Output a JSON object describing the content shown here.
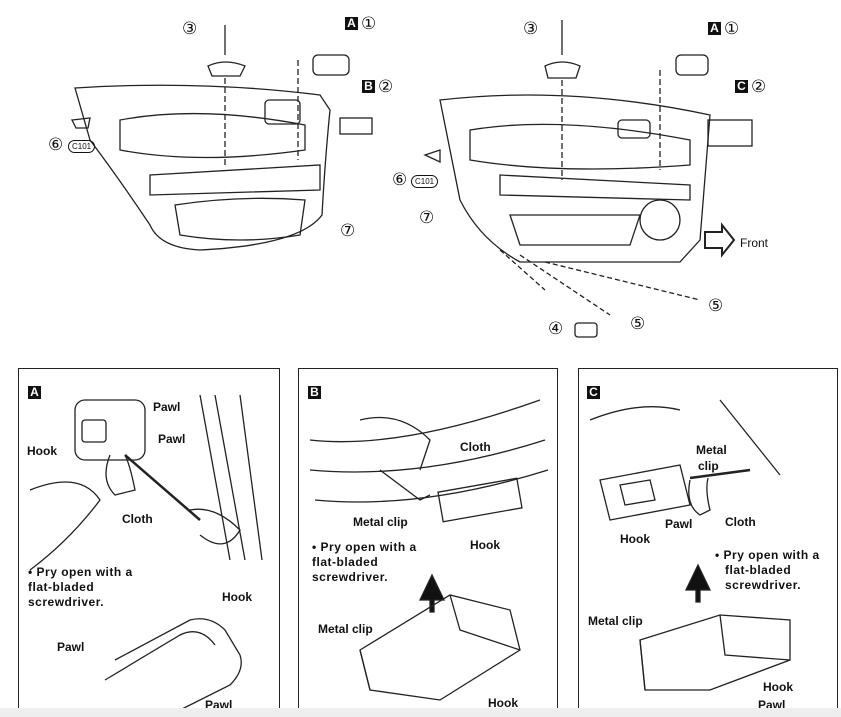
{
  "top_left": {
    "callouts": [
      "③",
      "Ⓐ①",
      "Ⓑ②",
      "⑥",
      "⑦"
    ],
    "box_a": "A",
    "num_1": "①",
    "box_b": "B",
    "num_2": "②",
    "num_3": "③",
    "num_6": "⑥",
    "connector": "C101",
    "num_7": "⑦"
  },
  "top_right": {
    "box_a": "A",
    "num_1": "①",
    "box_c": "C",
    "num_2": "②",
    "num_3": "③",
    "num_6": "⑥",
    "connector": "C101",
    "num_7": "⑦",
    "num_4": "④",
    "num_5a": "⑤",
    "num_5b": "⑤",
    "front_label": "Front"
  },
  "panel_a": {
    "tag": "A",
    "pawl_top": "Pawl",
    "hook_left": "Hook",
    "pawl_mid": "Pawl",
    "cloth": "Cloth",
    "note_lines": [
      "• Pry open with a",
      "flat-bladed",
      "screwdriver."
    ],
    "hook_bottom": "Hook",
    "pawl_left": "Pawl",
    "pawl_bottom": "Pawl"
  },
  "panel_b": {
    "tag": "B",
    "cloth": "Cloth",
    "metal_clip": "Metal clip",
    "hook": "Hook",
    "note_lines": [
      "• Pry open with a",
      "flat-bladed",
      "screwdriver."
    ],
    "metal_clip_bottom": "Metal clip",
    "hook_bottom": "Hook"
  },
  "panel_c": {
    "tag": "C",
    "metal_clip_top": "Metal",
    "metal_clip_top2": "clip",
    "pawl": "Pawl",
    "cloth": "Cloth",
    "hook": "Hook",
    "note_lines": [
      "• Pry open with a",
      "flat-bladed",
      "screwdriver."
    ],
    "metal_clip_bottom": "Metal clip",
    "hook_bottom": "Hook",
    "pawl_bottom": "Pawl"
  }
}
